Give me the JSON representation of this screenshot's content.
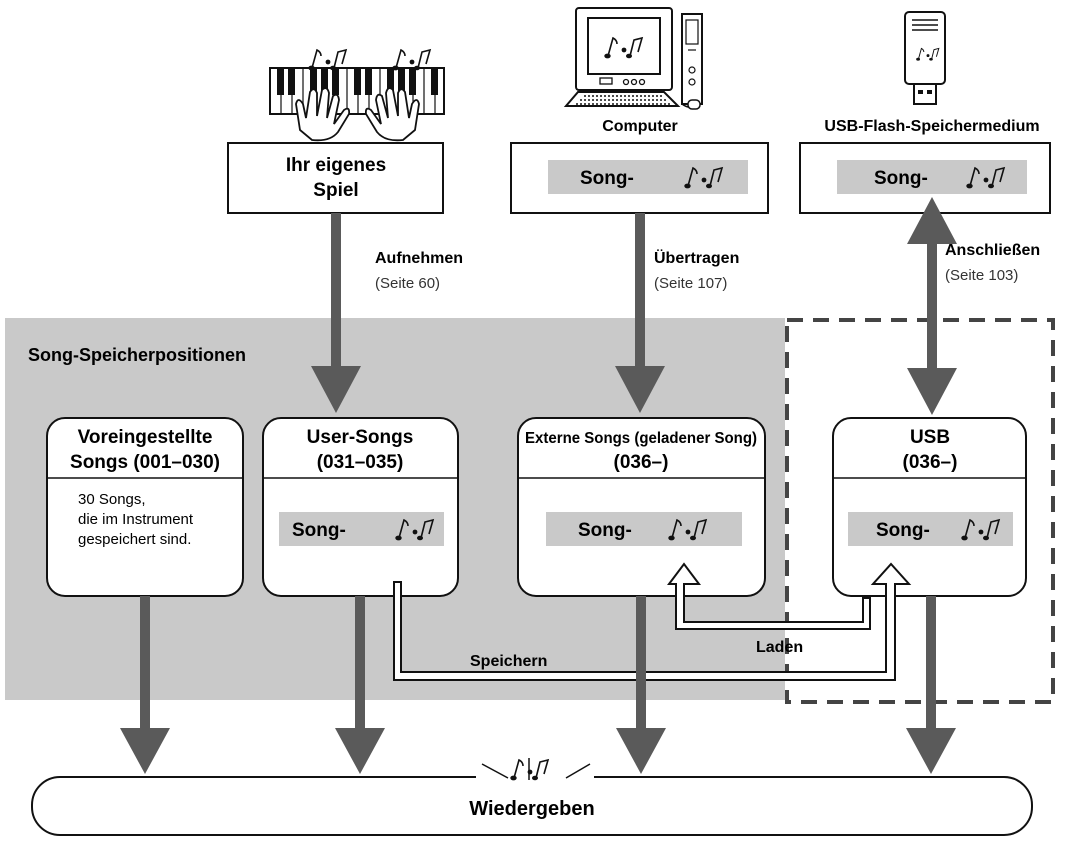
{
  "sources": {
    "own_play": {
      "line1": "Ihr eigenes",
      "line2": "Spiel"
    },
    "computer": {
      "caption": "Computer",
      "song_label": "Song-"
    },
    "usb_flash": {
      "caption": "USB-Flash-Speichermedium",
      "song_label": "Song-"
    }
  },
  "arrows": {
    "record": {
      "label": "Aufnehmen",
      "page": "(Seite 60)"
    },
    "transfer": {
      "label": "Übertragen",
      "page": "(Seite 107)"
    },
    "connect": {
      "label": "Anschließen",
      "page": "(Seite 103)"
    },
    "load": {
      "label": "Laden"
    },
    "save": {
      "label": "Speichern"
    }
  },
  "memory_area": {
    "title": "Song-Speicherpositionen"
  },
  "locations": {
    "preset": {
      "title1": "Voreingestellte",
      "title2": "Songs (001–030)",
      "desc1": "30 Songs,",
      "desc2": "die im Instrument",
      "desc3": "gespeichert sind."
    },
    "user": {
      "title1": "User-Songs",
      "title2": "(031–035)",
      "song_label": "Song-"
    },
    "external": {
      "title1": "Externe Songs (geladener Song)",
      "title2": "(036–)",
      "song_label": "Song-"
    },
    "usb": {
      "title1": "USB",
      "title2": "(036–)",
      "song_label": "Song-"
    }
  },
  "playback": {
    "label": "Wiedergeben"
  },
  "colors": {
    "panel_gray": "#c9c9c9",
    "arrow_gray": "#5a5a5a",
    "label_gray": "#c9c9c9"
  }
}
